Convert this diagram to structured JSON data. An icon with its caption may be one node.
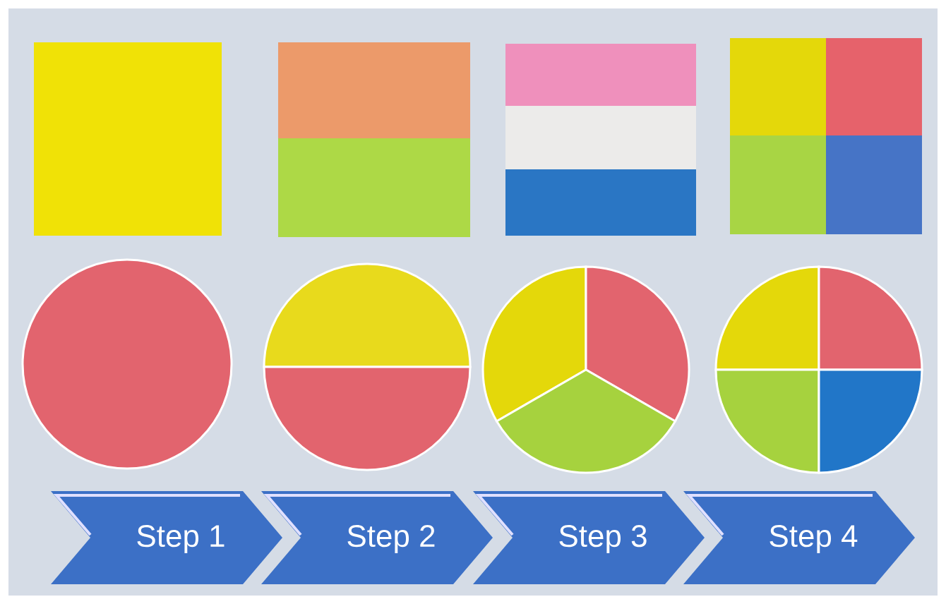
{
  "diagram": {
    "nodes": [
      {
        "text": [
          "Step 1"
        ]
      },
      {
        "text": [
          "Step 2"
        ]
      },
      {
        "text": [
          "Step 3"
        ]
      },
      {
        "text": [
          "Step 4"
        ]
      }
    ]
  }
}
